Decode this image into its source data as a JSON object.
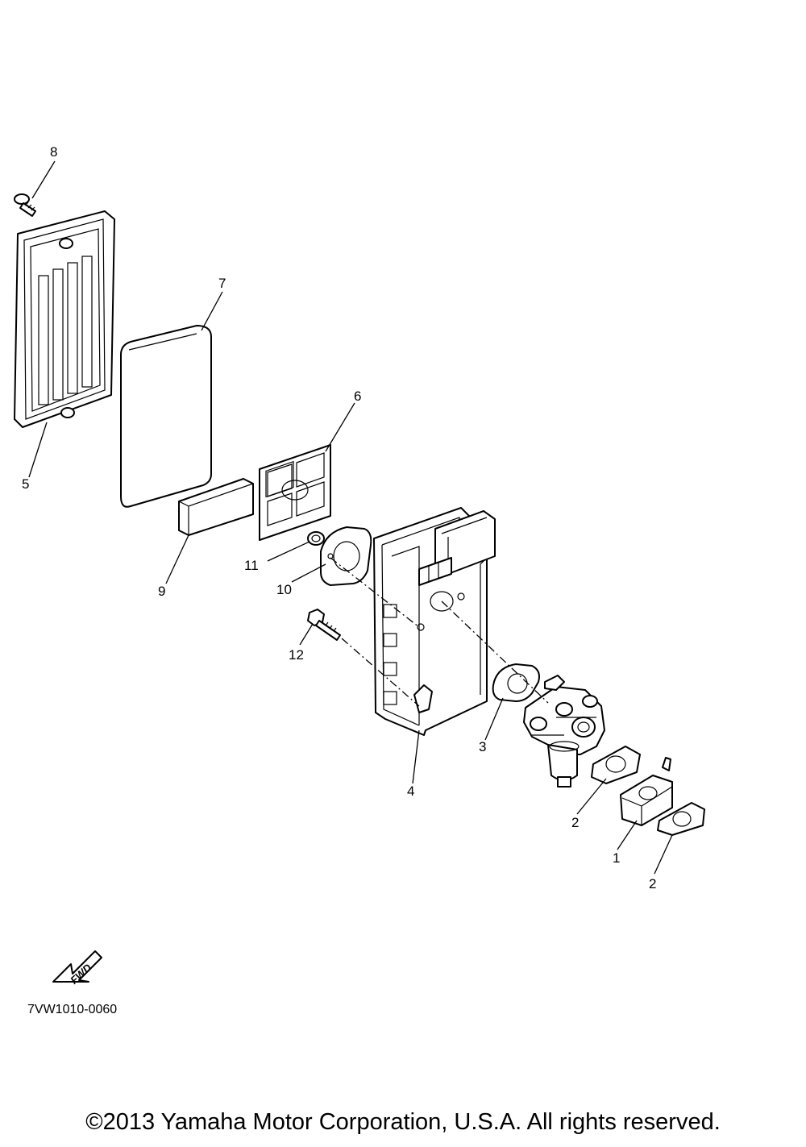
{
  "parts": [
    {
      "id": "part-1",
      "label": "1"
    },
    {
      "id": "part-2a",
      "label": "2"
    },
    {
      "id": "part-2b",
      "label": "2"
    },
    {
      "id": "part-3",
      "label": "3"
    },
    {
      "id": "part-4",
      "label": "4"
    },
    {
      "id": "part-5",
      "label": "5"
    },
    {
      "id": "part-6",
      "label": "6"
    },
    {
      "id": "part-7",
      "label": "7"
    },
    {
      "id": "part-8",
      "label": "8"
    },
    {
      "id": "part-9",
      "label": "9"
    },
    {
      "id": "part-10",
      "label": "10"
    },
    {
      "id": "part-11",
      "label": "11"
    },
    {
      "id": "part-12",
      "label": "12"
    }
  ],
  "fwd_label": "FWD",
  "diagram_code": "7VW1010-0060",
  "copyright": "©2013 Yamaha Motor Corporation, U.S.A. All rights reserved."
}
